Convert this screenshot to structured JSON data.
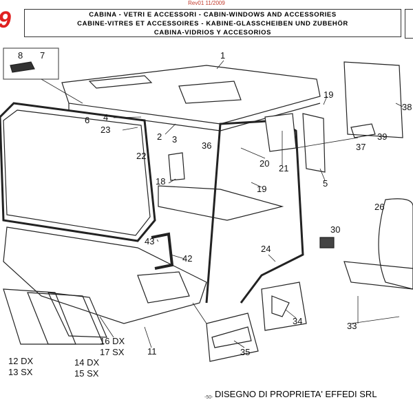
{
  "header": {
    "revision": "Rev01 11/2009",
    "page_group": "9",
    "title_lines": [
      "CABINA - VETRI E ACCESSORI - CABIN-WINDOWS AND ACCESSORIES",
      "CABINE-VITRES ET ACCESSOIRES - KABINE-GLASSCHEIBEN UND ZUBEHÖR",
      "CABINA-VIDRIOS Y ACCESORIOS"
    ]
  },
  "callouts": [
    "1",
    "8",
    "7",
    "19",
    "38",
    "4",
    "6",
    "23",
    "2",
    "3",
    "36",
    "39",
    "37",
    "22",
    "20",
    "21",
    "18",
    "19",
    "5",
    "26",
    "30",
    "43",
    "42",
    "24",
    "34",
    "33",
    "35",
    "11",
    "16 DX",
    "17 SX",
    "12 DX",
    "13 SX",
    "14 DX",
    "15 SX"
  ],
  "footer": {
    "page_number": "-50-",
    "ownership": "DISEGNO DI PROPRIETA' EFFEDI SRL"
  }
}
